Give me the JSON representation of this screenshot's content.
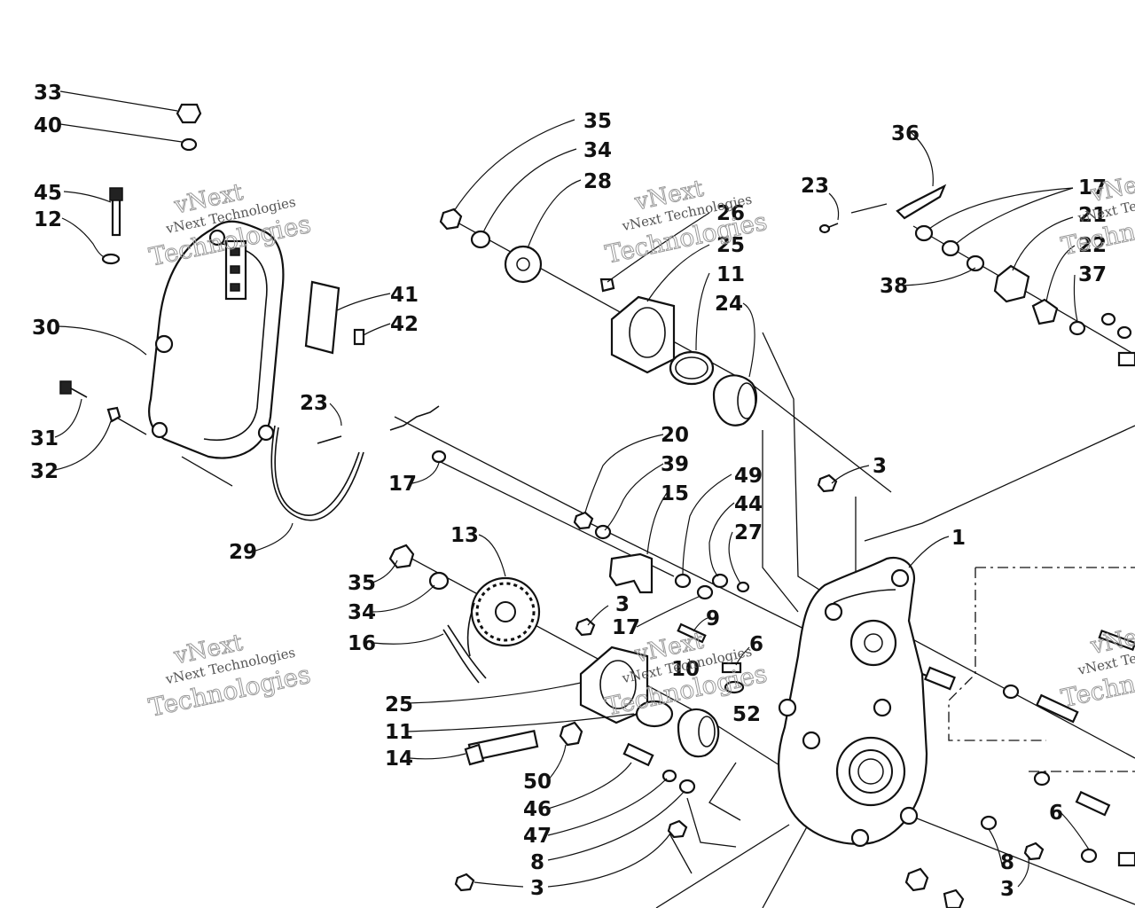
{
  "watermark": {
    "line1": "vNext",
    "line2": "vNext Technologies",
    "line3": "Technologies"
  },
  "callouts": [
    "33",
    "40",
    "45",
    "12",
    "30",
    "31",
    "32",
    "35",
    "34",
    "28",
    "26",
    "25",
    "11",
    "24",
    "36",
    "23",
    "17",
    "21",
    "22",
    "37",
    "38",
    "41",
    "42",
    "23",
    "17",
    "29",
    "20",
    "39",
    "15",
    "49",
    "44",
    "27",
    "3",
    "1",
    "13",
    "35",
    "34",
    "3",
    "17",
    "9",
    "6",
    "16",
    "10",
    "25",
    "52",
    "11",
    "14",
    "50",
    "46",
    "47",
    "8",
    "3",
    "6",
    "8",
    "3"
  ]
}
